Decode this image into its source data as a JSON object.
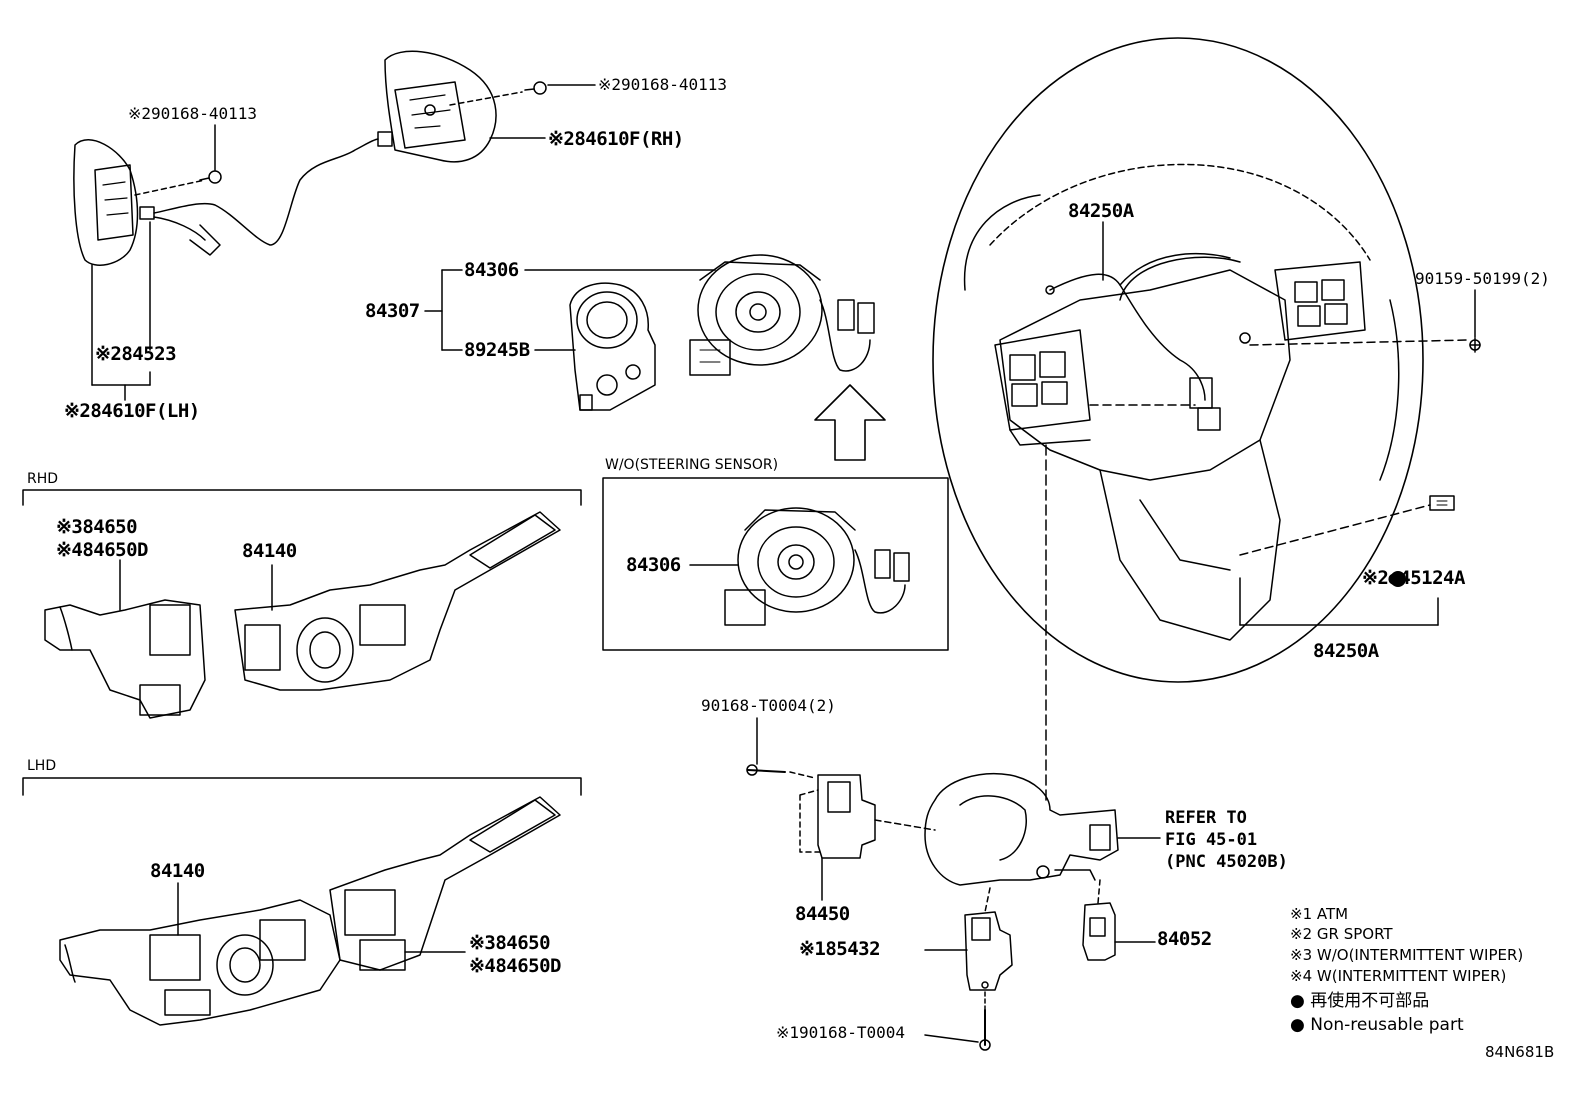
{
  "labels": {
    "p_290168_top": "※290168-40113",
    "p_290168_left": "※290168-40113",
    "p_84610F_RH": "※284610F(RH)",
    "p_84523": "※284523",
    "p_84610F_LH": "※284610F(LH)",
    "p_84306_top": "84306",
    "p_84307": "84307",
    "p_89245B": "89245B",
    "p_84250A_top": "84250A",
    "p_90159": "90159-50199(2)",
    "p_45124A": "※2●45124A",
    "p_84250A_bottom": "84250A",
    "p_84650_rhd": "※384650",
    "p_84650D_rhd": "※484650D",
    "p_84140_rhd": "84140",
    "p_84306_box": "84306",
    "p_90168_T0004_2": "90168-T0004(2)",
    "p_84450": "84450",
    "p_85432": "※185432",
    "p_90168_T0004": "※190168-T0004",
    "p_84052": "84052",
    "p_84140_lhd": "84140",
    "p_84650_lhd": "※384650",
    "p_84650D_lhd": "※484650D"
  },
  "sections": {
    "rhd": "RHD",
    "lhd": "LHD",
    "wo_steering_sensor": "W/O(STEERING SENSOR)"
  },
  "refer": {
    "line1": "REFER TO",
    "line2": "FIG 45-01",
    "line3": "(PNC 45020B)"
  },
  "notes": [
    "※1 ATM",
    "※2 GR SPORT",
    "※3 W/O(INTERMITTENT WIPER)",
    "※4 W(INTERMITTENT WIPER)",
    "● 再使用不可部品",
    "● Non-reusable part"
  ],
  "diagram_code": "84N681B"
}
